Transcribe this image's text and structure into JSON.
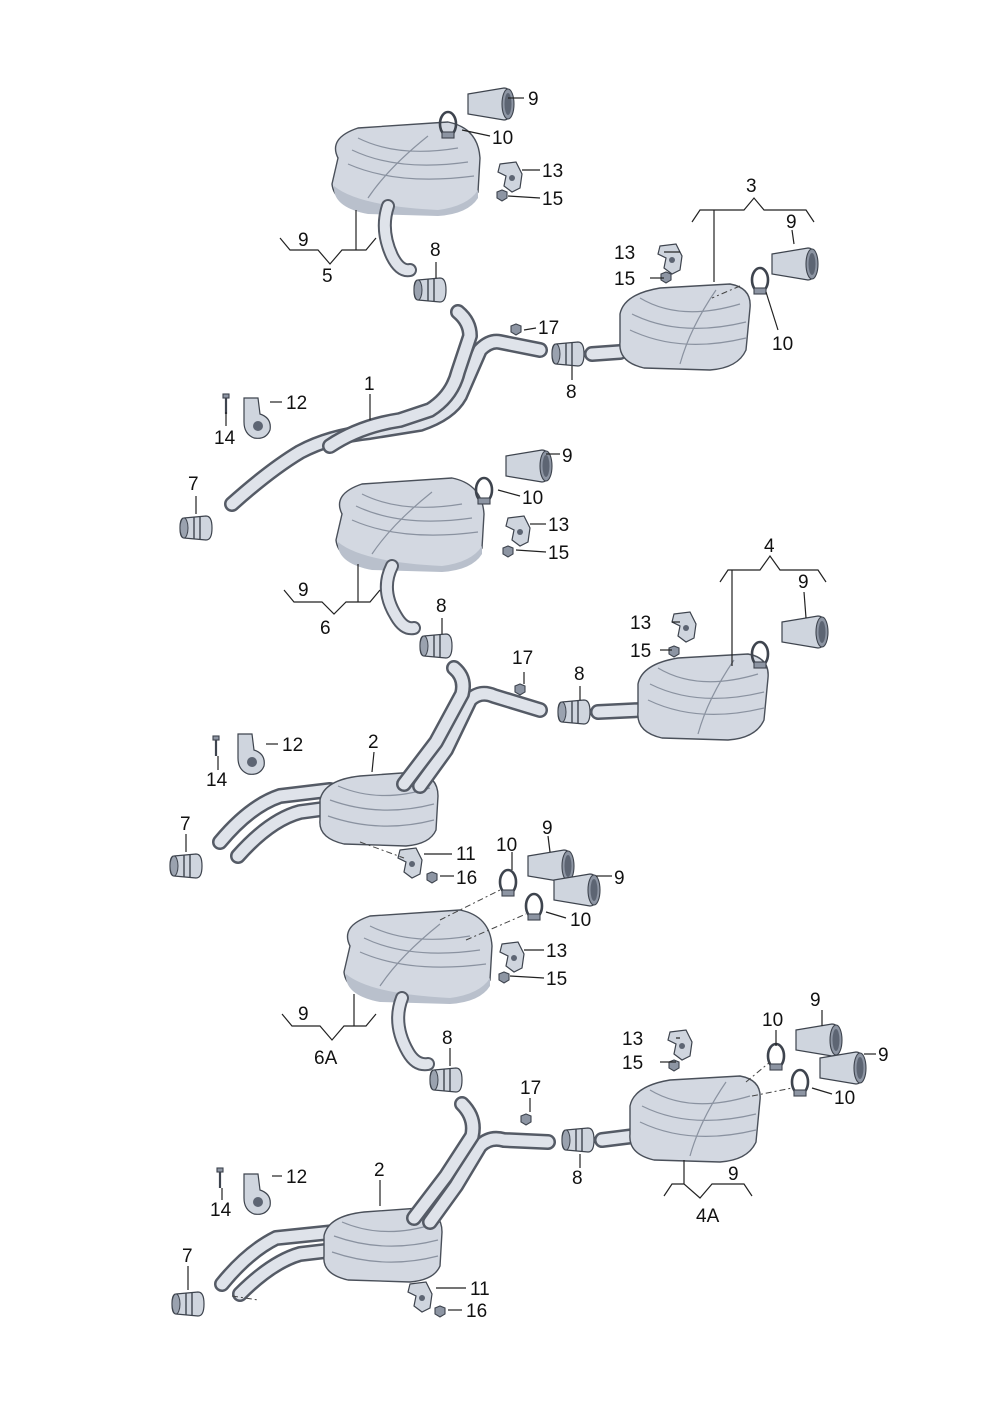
{
  "diagram": {
    "callouts": {
      "a": {
        "n9_tip": "9",
        "n10_clamp": "10",
        "n13": "13",
        "n15": "15",
        "n9_brace": "9",
        "n5": "5",
        "n8_left": "8",
        "n17": "17",
        "n8_right": "8",
        "n3": "3",
        "n9_right": "9",
        "n13_right": "13",
        "n15_right": "15",
        "n10_right": "10",
        "n1": "1",
        "n12": "12",
        "n14": "14",
        "n7": "7"
      },
      "b": {
        "n9_tip": "9",
        "n10_clamp": "10",
        "n13": "13",
        "n15": "15",
        "n9_brace": "9",
        "n6": "6",
        "n8_left": "8",
        "n17": "17",
        "n8_right": "8",
        "n4": "4",
        "n9_right": "9",
        "n13_right": "13",
        "n15_right": "15",
        "n12": "12",
        "n14": "14",
        "n2": "2",
        "n7": "7",
        "n11": "11",
        "n16": "16"
      },
      "c": {
        "n10_a": "10",
        "n9_a": "9",
        "n9_b": "9",
        "n10_b": "10",
        "n13": "13",
        "n15": "15",
        "n9_brace": "9",
        "n6A": "6A",
        "n8_left": "8",
        "n17": "17",
        "n8_right": "8",
        "n13_right": "13",
        "n15_right": "15",
        "n10_right_a": "10",
        "n9_right_a": "9",
        "n9_right_b": "9",
        "n10_right_b": "10",
        "n9_brace_right": "9",
        "n4A": "4A",
        "n12": "12",
        "n14": "14",
        "n2": "2",
        "n7": "7",
        "n11": "11",
        "n16": "16"
      }
    }
  }
}
